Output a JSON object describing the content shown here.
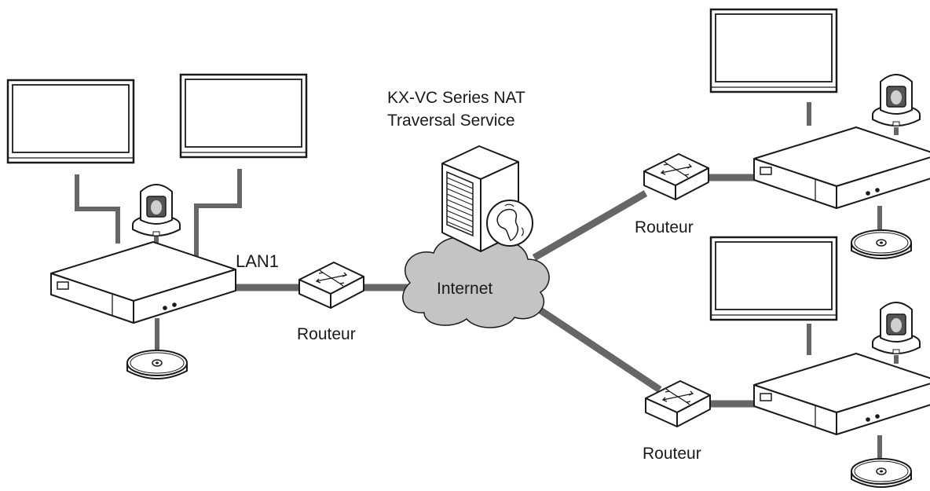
{
  "labels": {
    "lan": "LAN1",
    "router_left": "Routeur",
    "router_top_right": "Routeur",
    "router_bottom_right": "Routeur",
    "internet": "Internet",
    "nat_line1": "KX-VC Series NAT",
    "nat_line2": "Traversal Service"
  },
  "colors": {
    "cable": "#666666",
    "outline": "#1a1a1a",
    "cloud": "#c4c4c4",
    "device_fill": "#ffffff",
    "shadow": "#dcdcdc"
  }
}
